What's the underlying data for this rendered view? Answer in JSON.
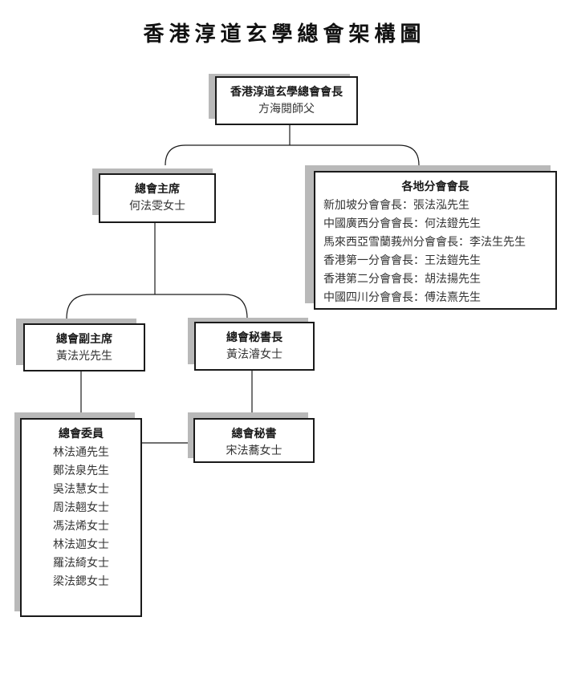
{
  "title": "香港淳道玄學總會架構圖",
  "president": {
    "title": "香港淳道玄學總會會長",
    "name": "方海閱師父"
  },
  "chairman": {
    "title": "總會主席",
    "name": "何法雯女士"
  },
  "branches": {
    "title": "各地分會會長",
    "items": [
      "新加坡分會會長：張法泓先生",
      "中國廣西分會會長：何法鐙先生",
      "馬來西亞雪蘭莪州分會會長：李法生先生",
      "香港第一分會會長：王法鎧先生",
      "香港第二分會會長：胡法揚先生",
      "中國四川分會會長：傅法熹先生"
    ]
  },
  "vice_chairman": {
    "title": "總會副主席",
    "name": "黃法光先生"
  },
  "secretary_general": {
    "title": "總會秘書長",
    "name": "黃法濬女士"
  },
  "committee": {
    "title": "總會委員",
    "members": [
      "林法通先生",
      "鄭法泉先生",
      "吳法慧女士",
      "周法翹女士",
      "馮法烯女士",
      "林法迦女士",
      "羅法綺女士",
      "梁法鍶女士"
    ]
  },
  "secretary": {
    "title": "總會秘書",
    "name": "宋法蕎女士"
  },
  "colors": {
    "line": "#1a1a1a",
    "shadow": "#b9b9b9",
    "background": "#ffffff"
  }
}
